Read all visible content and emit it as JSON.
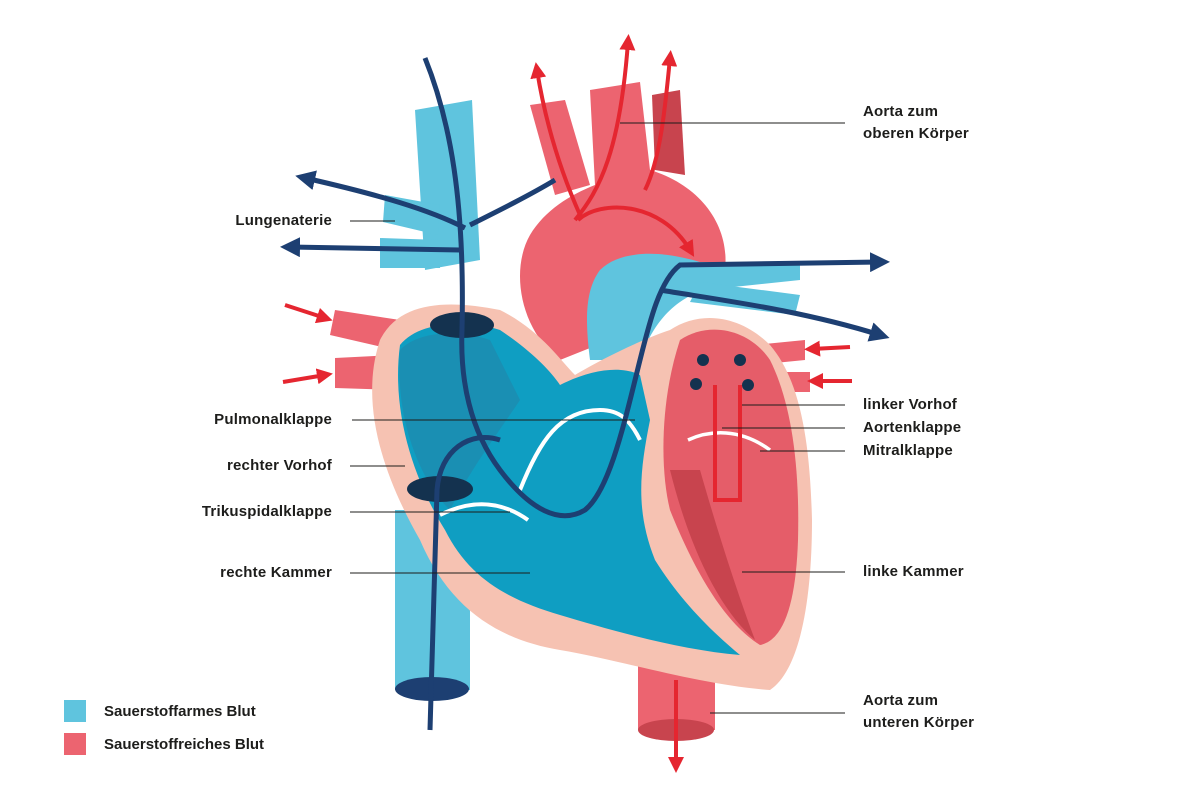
{
  "labels": {
    "lungenarterie": "Lungenaterie",
    "pulmonalklappe": "Pulmonalklappe",
    "rechter_vorhof": "rechter Vorhof",
    "trikuspidalklappe": "Trikuspidalklappe",
    "rechte_kammer": "rechte Kammer",
    "aorta_oben": [
      "Aorta zum",
      "oberen Körper"
    ],
    "linker_vorhof": "linker Vorhof",
    "aortenklappe": "Aortenklappe",
    "mitralklappe": "Mitralklappe",
    "linke_kammer": "linke Kammer",
    "aorta_unten": [
      "Aorta zum",
      "unteren Körper"
    ]
  },
  "legend": [
    {
      "label": "Sauerstoffarmes Blut",
      "color": "#5fc4de"
    },
    {
      "label": "Sauerstoffreiches Blut",
      "color": "#ec6470"
    }
  ],
  "colors": {
    "deoxygenated": "#5fc4de",
    "deoxygenated_dark": "#0f9ec2",
    "oxygenated": "#ec6470",
    "oxygenated_dark": "#c8444e",
    "heart_wall": "#f6c2b2",
    "flow_blue": "#1d3f72",
    "flow_red": "#e52630",
    "leader_line": "#1d1d1b"
  }
}
